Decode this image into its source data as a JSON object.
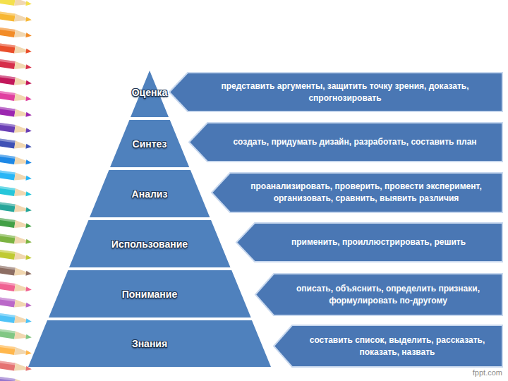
{
  "diagram": {
    "nodes": [
      {
        "text": [
          "Оценка"
        ]
      },
      {
        "text": [
          "представить аргументы, защитить точку зрения, доказать, спрогнозировать"
        ]
      },
      {
        "text": [
          "Синтез"
        ]
      },
      {
        "text": [
          "создать, придумать дизайн, разработать, составить план"
        ]
      },
      {
        "text": [
          "Анализ"
        ]
      },
      {
        "text": [
          "проанализировать, проверить, провести эксперимент, организовать, сравнить, выявить различия"
        ]
      },
      {
        "text": [
          "Использование"
        ]
      },
      {
        "text": [
          "применить, проиллюстрировать, решить"
        ]
      },
      {
        "text": [
          "Понимание"
        ]
      },
      {
        "text": [
          "описать, объяснить, определить признаки, формулировать по-другому"
        ]
      },
      {
        "text": [
          "Знания"
        ]
      },
      {
        "text": [
          "составить список, выделить, рассказать, показать, назвать"
        ]
      }
    ],
    "labels": [
      "fppt.com"
    ]
  }
}
